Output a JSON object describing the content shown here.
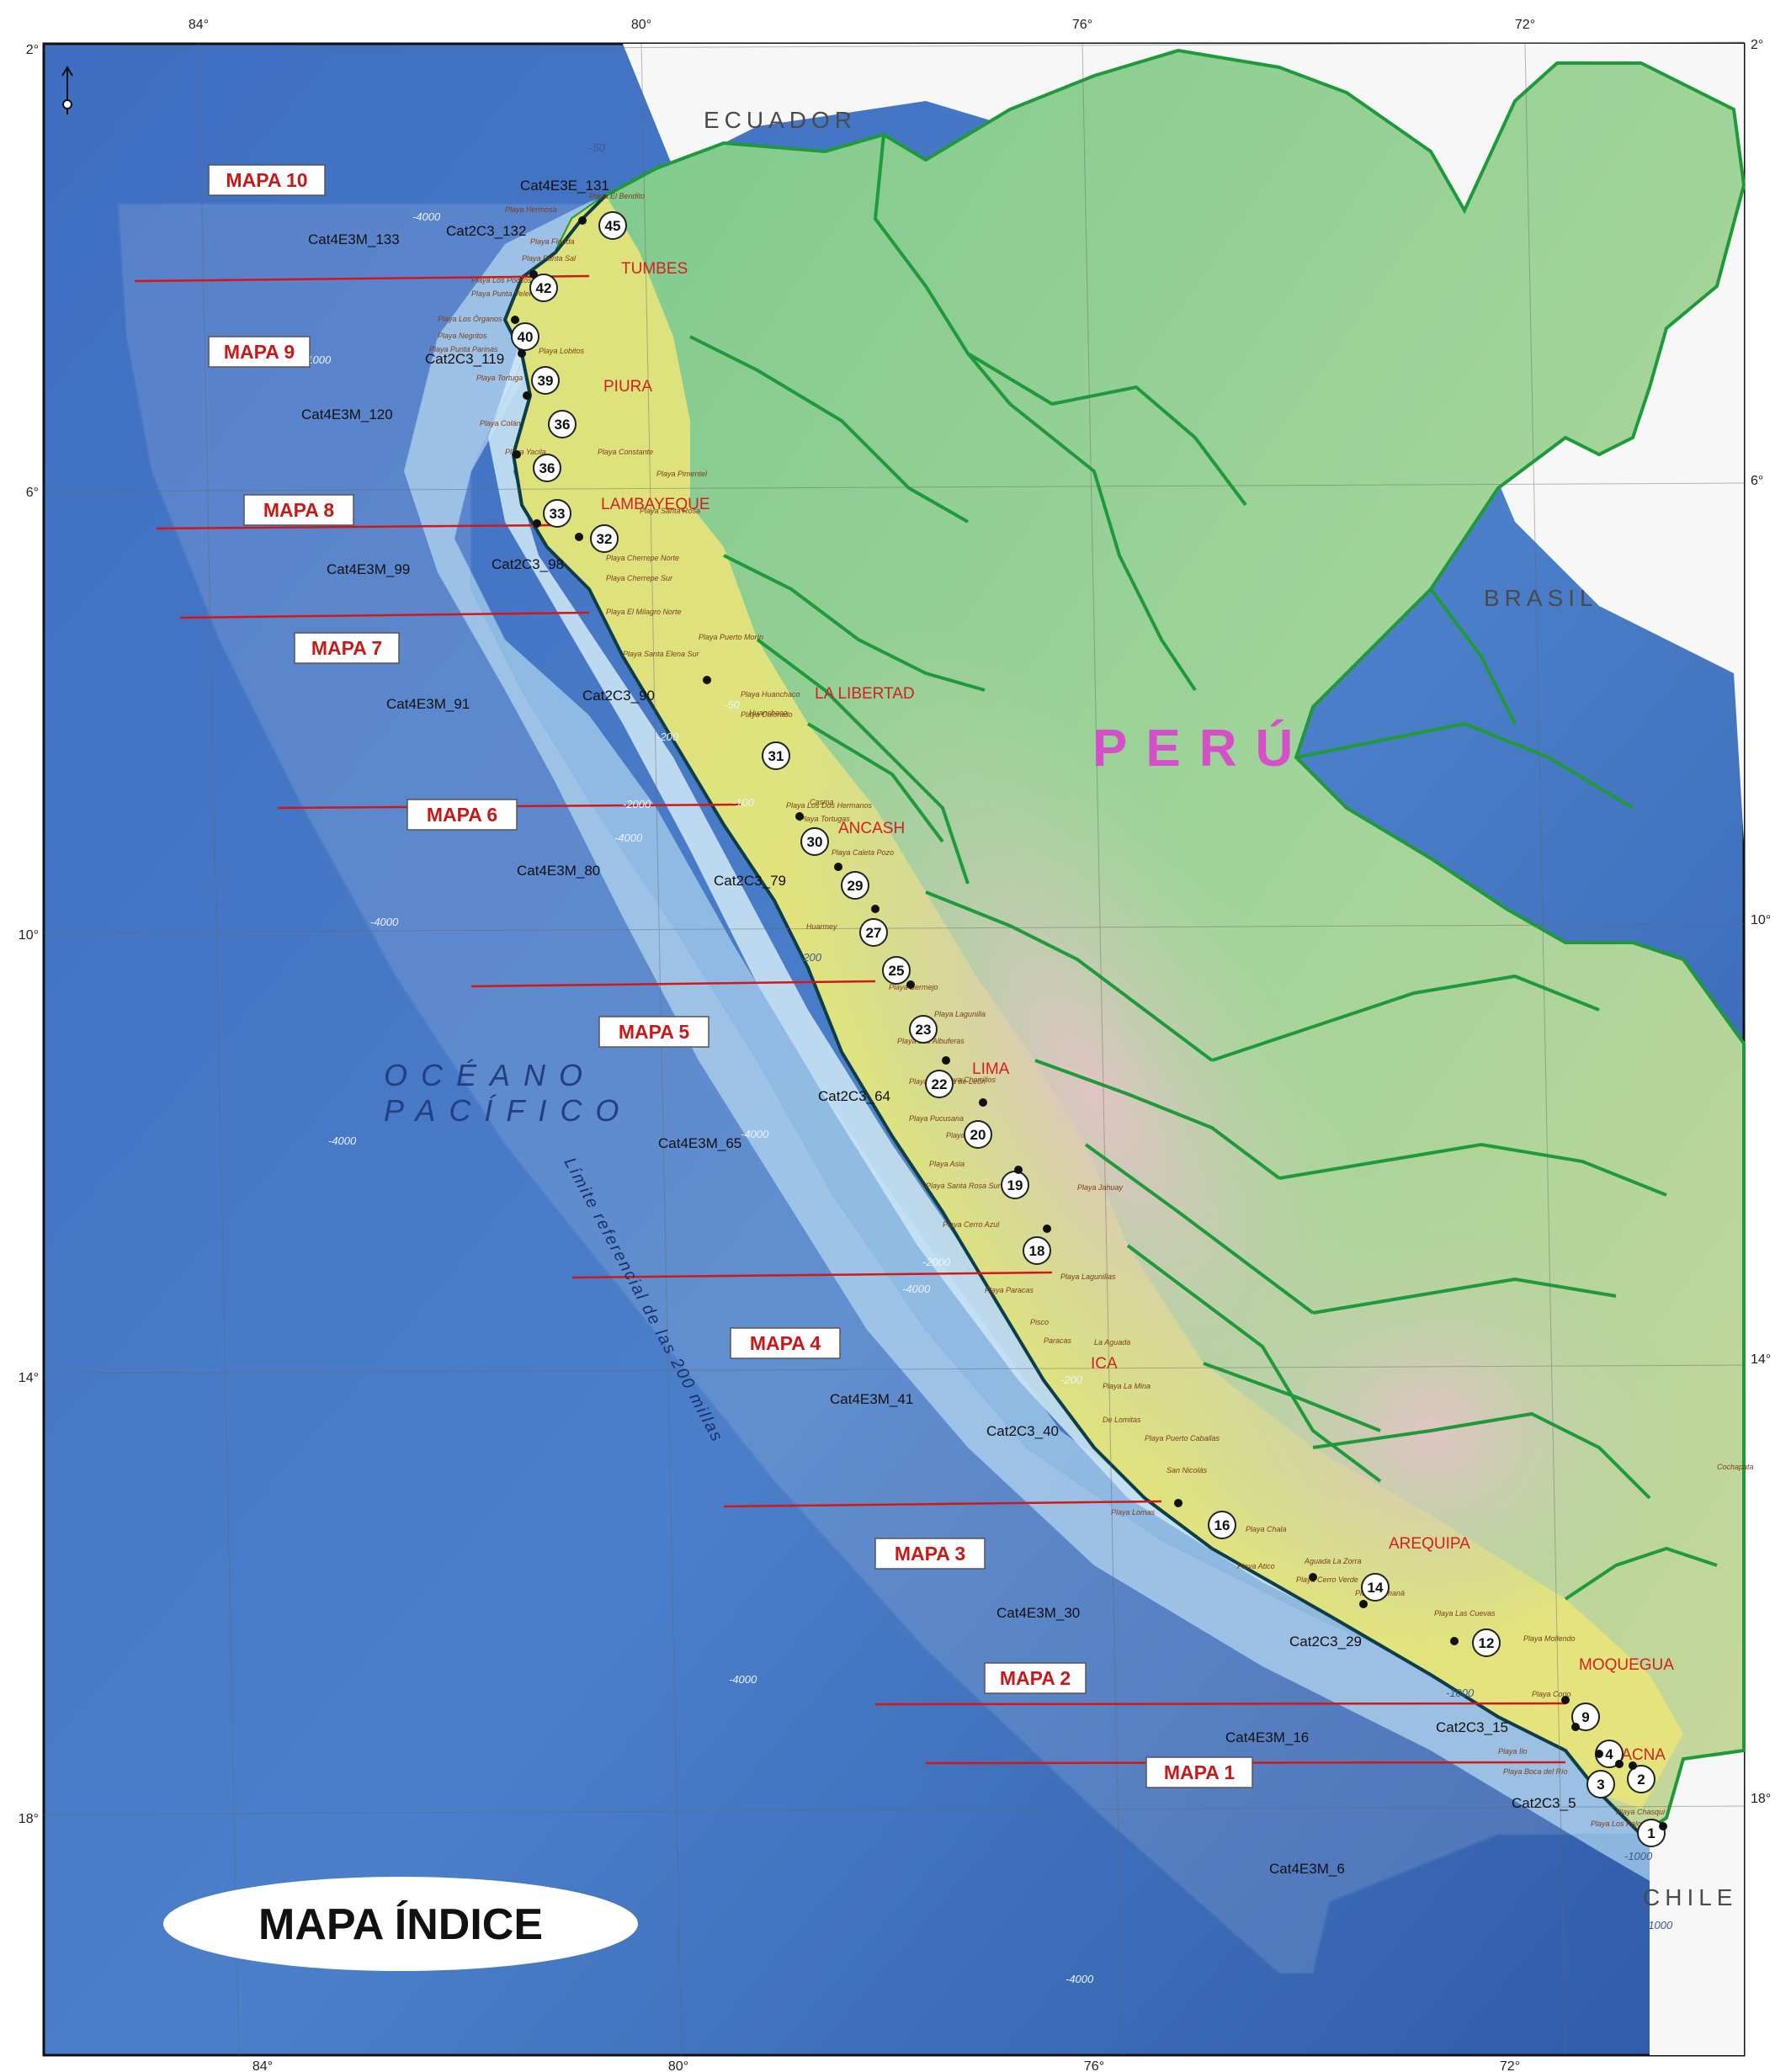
{
  "title": "MAPA ÍNDICE",
  "countries": [
    "ECUADOR",
    "BRASIL",
    "CHILE"
  ],
  "country_main": "PERÚ",
  "ocean": {
    "line1": "OCÉANO",
    "line2": "PACÍFICO"
  },
  "limit_label": "Límite referencial de las 200 millas",
  "departments": [
    "TUMBES",
    "PIURA",
    "LAMBAYEQUE",
    "LA LIBERTAD",
    "ANCASH",
    "LIMA",
    "ICA",
    "AREQUIPA",
    "MOQUEGUA",
    "TACNA"
  ],
  "map_boxes": [
    "MAPA 10",
    "MAPA 9",
    "MAPA 8",
    "MAPA 7",
    "MAPA 6",
    "MAPA 5",
    "MAPA 4",
    "MAPA 3",
    "MAPA 2",
    "MAPA 1"
  ],
  "catalog_codes": [
    "Cat4E3E_131",
    "Cat2C3_132",
    "Cat4E3M_133",
    "Cat2C3_119",
    "Cat4E3M_120",
    "Cat2C3_98",
    "Cat4E3M_99",
    "Cat4E3M_91",
    "Cat2C3_90",
    "Cat4E3M_80",
    "Cat2C3_79",
    "Cat2C3_64",
    "Cat4E3M_65",
    "Cat4E3M_41",
    "Cat2C3_40",
    "Cat4E3M_30",
    "Cat2C3_29",
    "Cat4E3M_16",
    "Cat2C3_15",
    "Cat2C3_5",
    "Cat4E3M_6"
  ],
  "markers": [
    "45",
    "42",
    "40",
    "39",
    "36",
    "36",
    "33",
    "32",
    "31",
    "30",
    "29",
    "27",
    "25",
    "23",
    "22",
    "20",
    "19",
    "18",
    "16",
    "14",
    "12",
    "9",
    "4",
    "3",
    "2",
    "1"
  ],
  "lon_ticks_top": [
    "84°",
    "80°",
    "76°",
    "72°"
  ],
  "lon_ticks_bottom": [
    "84°",
    "80°",
    "76°",
    "72°"
  ],
  "lat_ticks_left": [
    "2°",
    "6°",
    "10°",
    "14°",
    "18°"
  ],
  "lat_ticks_right": [
    "2°",
    "6°",
    "10°",
    "14°",
    "18°"
  ],
  "depths": [
    "-50",
    "-1000",
    "-4000",
    "-4000",
    "-4000",
    "-2000",
    "-4000",
    "-200",
    "-100",
    "-50",
    "-200",
    "-4000",
    "-2000",
    "-4000",
    "-200",
    "-4000",
    "-1000",
    "-4000",
    "-1000",
    "-1000"
  ],
  "places": [
    "Huanchaco",
    "Casma",
    "Huarmey",
    "Paracas",
    "Pisco",
    "La Aguada",
    "De Lomitas",
    "San Nicolás",
    "Aguada La Zorra",
    "Cochapata"
  ],
  "beaches": [
    "Playa El Bendito",
    "Playa Hermosa",
    "Playa Florida",
    "Playa Punta Sal",
    "Playa Los Pocitos",
    "Playa Punta Veleros",
    "Playa Los Órganos",
    "Playa Negritos",
    "Playa Punta Parinas",
    "Playa Lobitos",
    "Playa Tortuga",
    "Playa Colán",
    "Playa Yacila",
    "Playa Constante",
    "Playa Pimentel",
    "Playa Santa Rosa",
    "Playa Cherrepe Norte",
    "Playa Cherrepe Sur",
    "Playa El Milagro Norte",
    "Playa Santa Elena Sur",
    "Playa Puerto Morín",
    "Playa Huanchaco",
    "Playa Colorado",
    "Playa Tortugas",
    "Playa Los Dos Hermanos",
    "Playa Caleta Pozo",
    "Playa Bermejo",
    "Playa Lagunilla",
    "Playa Las Albuferas",
    "Playa Cabeza de León",
    "Playa Chorrillos",
    "Playa Pucusana",
    "Playa Chilca",
    "Playa Asia",
    "Playa Santa Rosa Sur",
    "Playa Cerro Azul",
    "Playa Jahuay",
    "Playa Paracas",
    "Playa Lagunillas",
    "Playa La Mina",
    "Playa Puerto Caballas",
    "Playa Lomas",
    "Playa Chala",
    "Playa Atico",
    "Playa Cerro Verde",
    "Playa Camaná",
    "Playa Las Cuevas",
    "Playa Mollendo",
    "Playa Corio",
    "Playa Ilo",
    "Playa Boca del Río",
    "Playa Los Palos",
    "Playa Chasqui"
  ]
}
